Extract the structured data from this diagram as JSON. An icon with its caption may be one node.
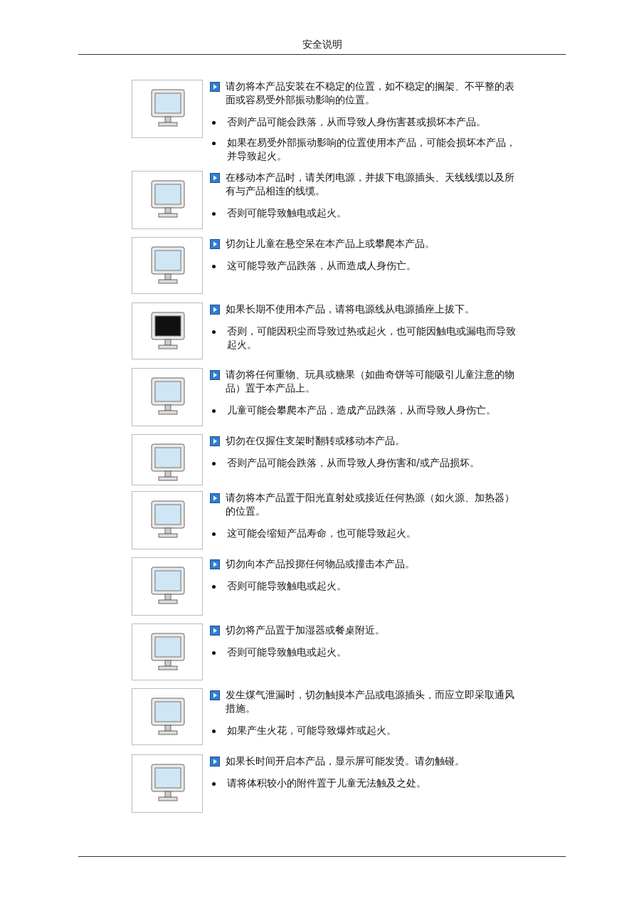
{
  "diagram": {
    "title": "安全说明",
    "labels": [
      "请勿将本产品安装在不稳定的位置，如不稳定的搁架、不平整的表面或容易受外部振动影响的位置。",
      "否则产品可能会跌落，从而导致人身伤害甚或损坏本产品。",
      "如果在易受外部振动影响的位置使用本产品，可能会损坏本产品，并导致起火。",
      "在移动本产品时，请关闭电源，并拔下电源插头、天线线缆以及所有与产品相连的线缆。",
      "否则可能导致触电或起火。",
      "切勿让儿童在悬空呆在本产品上或攀爬本产品。",
      "这可能导致产品跌落，从而造成人身伤亡。",
      "如果长期不使用本产品，请将电源线从电源插座上拔下。",
      "否则，可能因积尘而导致过热或起火，也可能因触电或漏电而导致起火。",
      "请勿将任何重物、玩具或糖果（如曲奇饼等可能吸引儿童注意的物品）置于本产品上。",
      "儿童可能会攀爬本产品，造成产品跌落，从而导致人身伤亡。",
      "切勿在仅握住支架时翻转或移动本产品。",
      "否则产品可能会跌落，从而导致人身伤害和/或产品损坏。",
      "请勿将本产品置于阳光直射处或接近任何热源（如火源、加热器）的位置。",
      "这可能会缩短产品寿命，也可能导致起火。",
      "切勿向本产品投掷任何物品或撞击本产品。",
      "否则可能导致触电或起火。",
      "切勿将产品置于加湿器或餐桌附近。",
      "否则可能导致触电或起火。",
      "发生煤气泄漏时，切勿触摸本产品或电源插头，而应立即采取通风措施。",
      "如果产生火花，可能导致爆炸或起火。",
      "如果长时间开启本产品，显示屏可能发烫。请勿触碰。",
      "请将体积较小的附件置于儿童无法触及之处。"
    ]
  }
}
